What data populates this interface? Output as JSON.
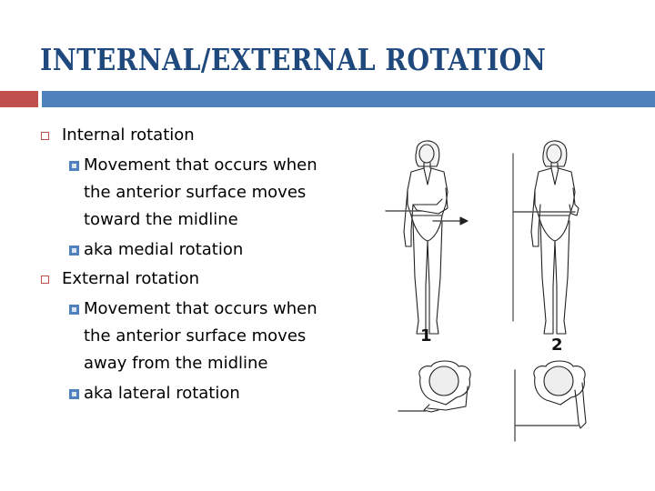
{
  "slide": {
    "title": "INTERNAL/EXTERNAL ROTATION",
    "colors": {
      "title": "#1f497d",
      "accent_bar_red": "#c0504d",
      "accent_bar_blue": "#4f81bd",
      "bullet_lvl1_outline": "#c0504d",
      "bullet_lvl2_fill": "#4f81bd"
    }
  },
  "bullets": [
    {
      "text": "Internal rotation",
      "children": [
        {
          "text": "Movement that occurs when the anterior surface moves toward the midline"
        },
        {
          "text": "aka medial rotation"
        }
      ]
    },
    {
      "text": "External rotation",
      "children": [
        {
          "text": "Movement that occurs when the anterior surface moves away from the midline"
        },
        {
          "text": "aka lateral rotation"
        }
      ]
    }
  ],
  "figure": {
    "description": "Illustration of shoulder internal (1) and external (2) rotation, front and top views",
    "labels": [
      "1",
      "2"
    ]
  }
}
